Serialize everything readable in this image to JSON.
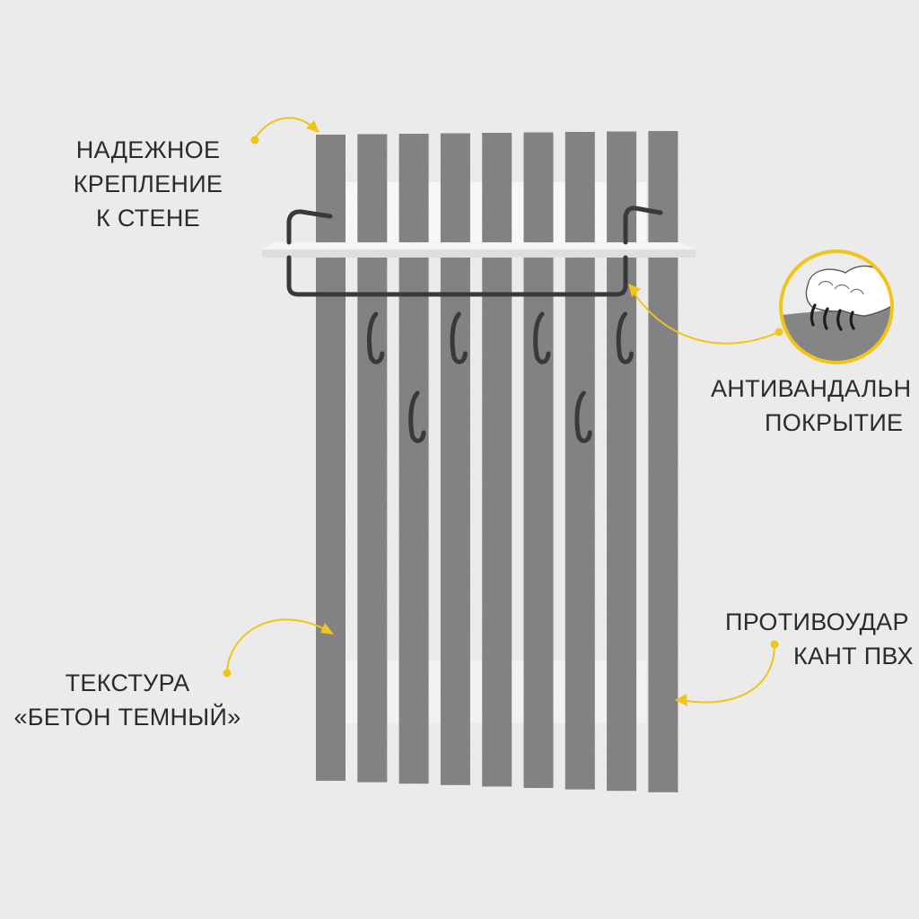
{
  "colors": {
    "background": "#ebebeb",
    "slat": "#7b7a7d",
    "shelf": "#f4f4f4",
    "metal": "#38393c",
    "accent": "#f0c419",
    "text": "#2b2b2b"
  },
  "callouts": {
    "mount": {
      "lines": [
        "НАДЕЖНОЕ",
        "КРЕПЛЕНИЕ",
        "К СТЕНЕ"
      ]
    },
    "coating": {
      "lines": [
        "АНТИВАНДАЛЬН",
        "ПОКРЫТИЕ"
      ],
      "icon": "scratch-claw-icon"
    },
    "texture": {
      "lines": [
        "ТЕКСТУРА",
        "«БЕТОН ТЕМНЫЙ»"
      ]
    },
    "edge": {
      "lines": [
        "ПРОТИВОУДАР",
        "КАНТ ПВХ"
      ]
    }
  },
  "product": {
    "slat_count": 9,
    "top_hook_count": 4,
    "lower_hook_count": 2
  }
}
